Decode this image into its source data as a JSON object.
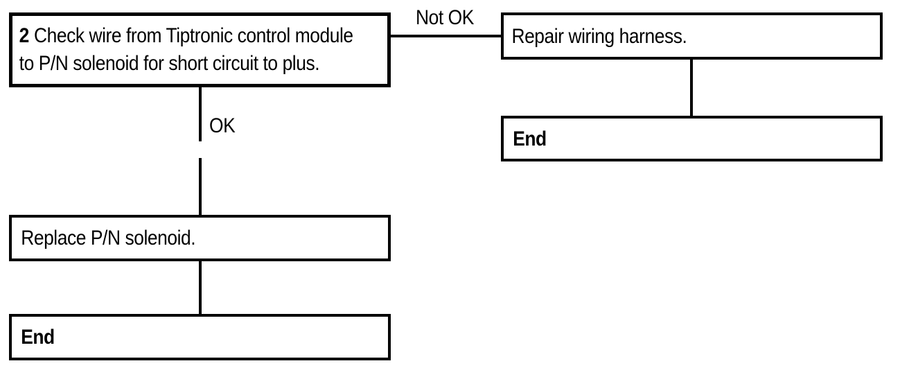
{
  "page": {
    "background": "#ffffff",
    "line_color": "#000000"
  },
  "flowchart": {
    "step_box": {
      "number": "2",
      "text_line1": "Check wire from Tiptronic control module",
      "text_line2": "to P/N solenoid for short circuit to plus."
    },
    "branch_labels": {
      "not_ok": "Not OK",
      "ok": "OK"
    },
    "repair_box": {
      "label": "Repair wiring harness."
    },
    "end_box_right": {
      "label": "End"
    },
    "replace_box": {
      "label": "Replace P/N solenoid."
    },
    "end_box_left": {
      "label": "End"
    }
  }
}
